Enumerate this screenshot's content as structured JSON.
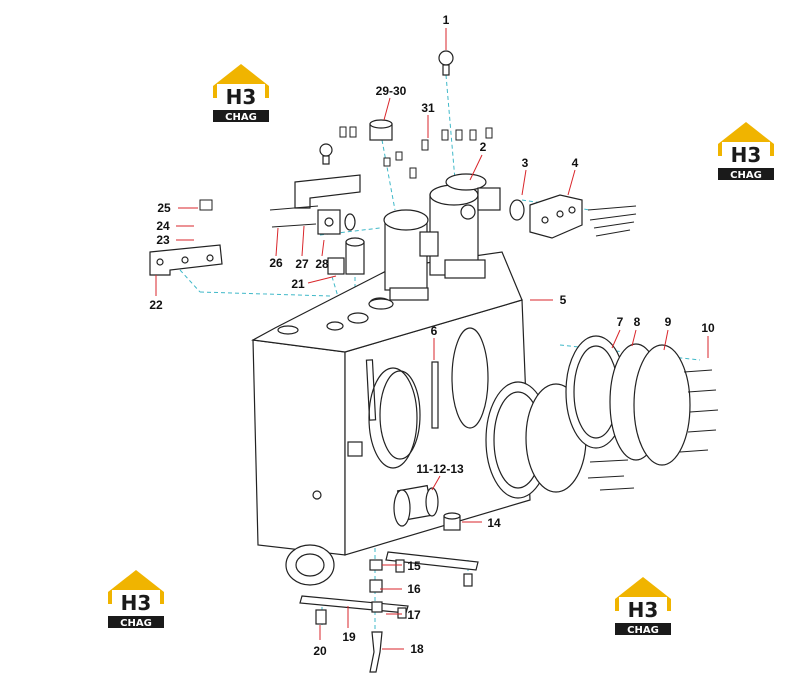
{
  "diagram": {
    "callouts": [
      {
        "id": "c1",
        "label": "1"
      },
      {
        "id": "c2",
        "label": "2"
      },
      {
        "id": "c3",
        "label": "3"
      },
      {
        "id": "c4",
        "label": "4"
      },
      {
        "id": "c5",
        "label": "5"
      },
      {
        "id": "c6",
        "label": "6"
      },
      {
        "id": "c7",
        "label": "7"
      },
      {
        "id": "c8",
        "label": "8"
      },
      {
        "id": "c9",
        "label": "9"
      },
      {
        "id": "c10",
        "label": "10"
      },
      {
        "id": "c11",
        "label": "11-12-13"
      },
      {
        "id": "c14",
        "label": "14"
      },
      {
        "id": "c15",
        "label": "15"
      },
      {
        "id": "c16",
        "label": "16"
      },
      {
        "id": "c17",
        "label": "17"
      },
      {
        "id": "c18",
        "label": "18"
      },
      {
        "id": "c19",
        "label": "19"
      },
      {
        "id": "c20",
        "label": "20"
      },
      {
        "id": "c21",
        "label": "21"
      },
      {
        "id": "c22",
        "label": "22"
      },
      {
        "id": "c23",
        "label": "23"
      },
      {
        "id": "c24",
        "label": "24"
      },
      {
        "id": "c25",
        "label": "25"
      },
      {
        "id": "c26",
        "label": "26"
      },
      {
        "id": "c27",
        "label": "27"
      },
      {
        "id": "c28",
        "label": "28"
      },
      {
        "id": "c29",
        "label": "29-30"
      },
      {
        "id": "c31",
        "label": "31"
      }
    ]
  },
  "watermark": {
    "brand_mark": "H3",
    "brand_text": "CHAG",
    "brand_color": "#f0b400",
    "dark_color": "#1a1a1a"
  },
  "colors": {
    "line": "#222222",
    "leader": "#d9262b",
    "dash": "#3fb8c8"
  }
}
